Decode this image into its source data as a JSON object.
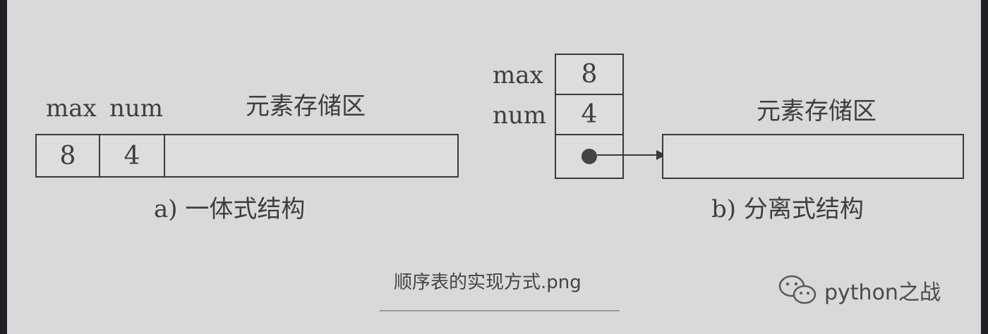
{
  "integrated": {
    "field_labels": [
      "max",
      "num"
    ],
    "area_label": "元素存储区",
    "values": [
      "8",
      "4"
    ],
    "caption": "a) 一体式结构"
  },
  "separated": {
    "field_labels": [
      "max",
      "num"
    ],
    "values": [
      "8",
      "4"
    ],
    "area_label": "元素存储区",
    "caption": "b) 分离式结构"
  },
  "file_caption": "顺序表的实现方式.png",
  "watermark": {
    "icon": "wechat-icon",
    "text": "python之战"
  }
}
